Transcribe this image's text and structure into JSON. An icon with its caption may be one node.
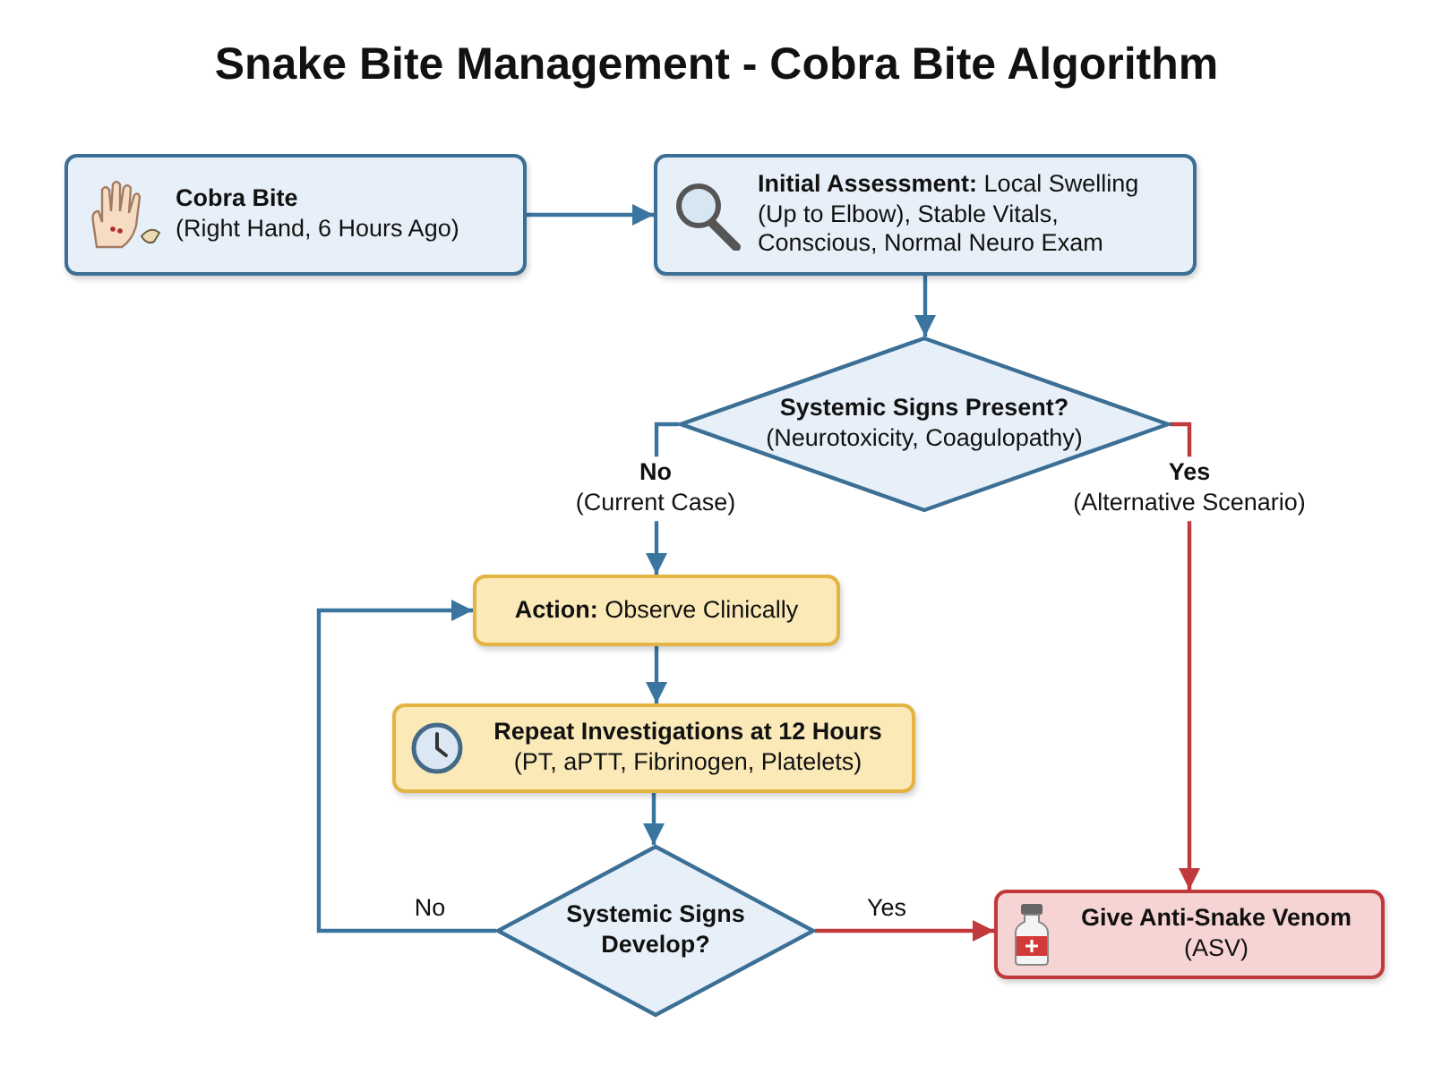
{
  "diagram": {
    "title": "Snake Bite Management - Cobra Bite Algorithm",
    "nodes": [
      {
        "text": [
          "Cobra Bite",
          "(Right Hand, 6 Hours Ago)"
        ]
      },
      {
        "text": [
          "**Initial Assessment:** Local Swelling (Up to Elbow), Stable Vitals, Conscious, Normal Neuro Exam"
        ]
      },
      {
        "text": [
          "Systemic Signs Present?",
          "(Neurotoxicity, Coagulopathy)"
        ]
      },
      {
        "text": [
          "**Action:** Observe Clinically"
        ]
      },
      {
        "text": [
          "Repeat Investigations at 12 Hours",
          "(PT, aPTT, Fibrinogen, Platelets)"
        ]
      },
      {
        "text": [
          "Systemic Signs Develop?"
        ]
      },
      {
        "text": [
          "Give Anti-Snake Venom",
          "(ASV)"
        ]
      }
    ],
    "edges": [
      {
        "from": 0,
        "to": 1,
        "arrow": "to"
      },
      {
        "from": 1,
        "to": 2,
        "arrow": "to"
      },
      {
        "from": 2,
        "to": 3,
        "arrow": "to",
        "label": "**No** (Current Case)"
      },
      {
        "from": 2,
        "to": 6,
        "arrow": "to",
        "label": "**Yes** (Alternative Scenario)",
        "color": "#c0393b"
      },
      {
        "from": 3,
        "to": 4,
        "arrow": "to"
      },
      {
        "from": 4,
        "to": 5,
        "arrow": "to"
      },
      {
        "from": 5,
        "to": 3,
        "arrow": "to",
        "label": "No"
      },
      {
        "from": 5,
        "to": 6,
        "arrow": "to",
        "label": "Yes",
        "color": "#c0393b"
      }
    ]
  }
}
